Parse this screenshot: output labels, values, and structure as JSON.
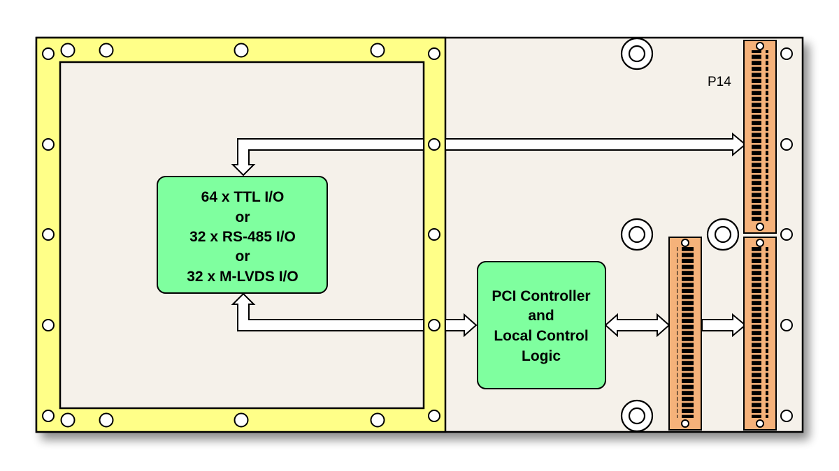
{
  "colors": {
    "board": "#f5f1ea",
    "frame": "#ffff88",
    "block": "#7fff9f",
    "connector": "#f5b27a",
    "outline": "#000000"
  },
  "blocks": {
    "io_block": {
      "lines": [
        "64 x TTL I/O",
        "or",
        "32 x RS-485 I/O",
        "or",
        "32 x M-LVDS I/O"
      ]
    },
    "pci_block": {
      "lines": [
        "PCI Controller",
        "and",
        "Local Control",
        "Logic"
      ]
    }
  },
  "connectors": {
    "p14": {
      "label": "P14"
    }
  }
}
